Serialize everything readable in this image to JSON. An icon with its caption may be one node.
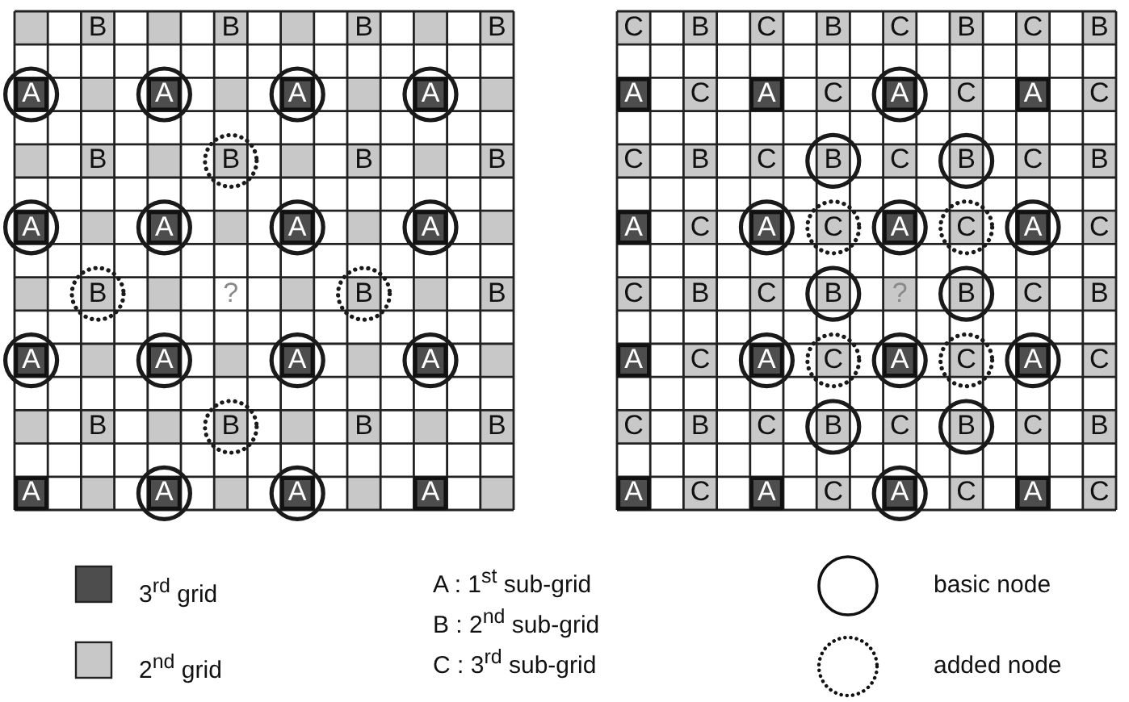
{
  "diagram": {
    "labels": [
      "B",
      "B",
      "B",
      "B",
      "A",
      "A",
      "A",
      "A",
      "B",
      "B",
      "B",
      "B",
      "A",
      "A",
      "A",
      "A",
      "B",
      "?",
      "B",
      "B",
      "A",
      "A",
      "A",
      "A",
      "B",
      "B",
      "B",
      "B",
      "A",
      "A",
      "A",
      "A",
      "C",
      "B",
      "C",
      "B",
      "C",
      "B",
      "C",
      "B",
      "A",
      "C",
      "A",
      "C",
      "A",
      "C",
      "A",
      "C",
      "C",
      "B",
      "C",
      "B",
      "C",
      "B",
      "C",
      "B",
      "A",
      "C",
      "A",
      "C",
      "A",
      "C",
      "A",
      "C",
      "C",
      "B",
      "C",
      "B",
      "?",
      "B",
      "C",
      "B",
      "A",
      "C",
      "A",
      "C",
      "A",
      "C",
      "A",
      "C",
      "C",
      "B",
      "C",
      "B",
      "C",
      "B",
      "C",
      "B",
      "A",
      "C",
      "A",
      "C",
      "A",
      "C",
      "A",
      "C",
      "A : 1$^{st}$ sub-grid",
      "B : 2$^{nd}$ sub-grid",
      "C : 3$^{rd}$ sub-grid"
    ],
    "legend": [
      {
        "text": "3$^{rd}$ grid",
        "color": "#4d4d4d"
      },
      {
        "text": "2$^{nd}$ grid",
        "color": "#c8c8c8"
      },
      {
        "text": "basic node"
      },
      {
        "text": "added node"
      }
    ]
  }
}
